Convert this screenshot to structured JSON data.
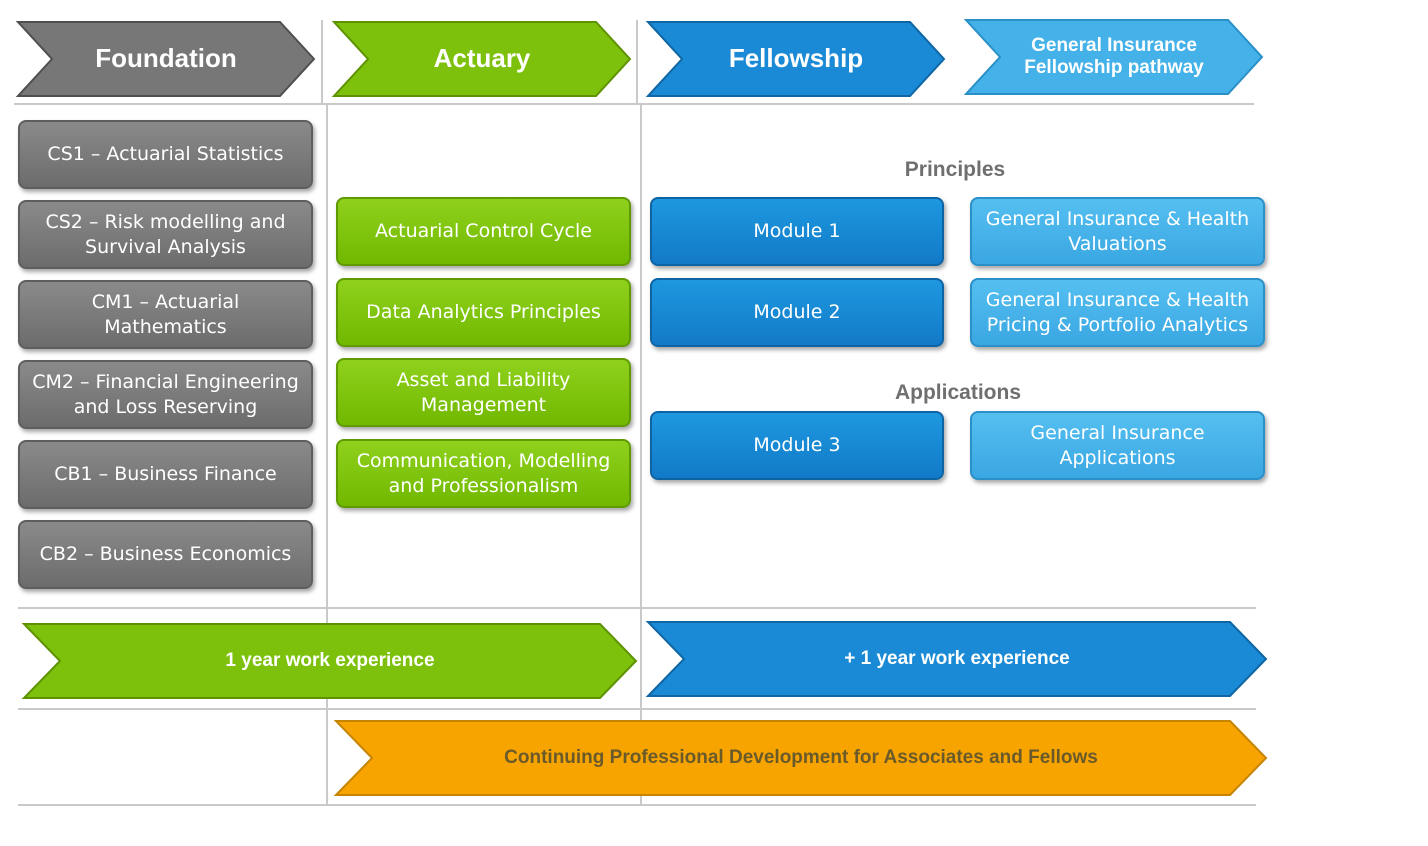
{
  "header": {
    "foundation": "Foundation",
    "actuary": "Actuary",
    "fellowship": "Fellowship",
    "gi_pathway": "General Insurance\nFellowship pathway"
  },
  "foundation_modules": [
    "CS1 – Actuarial Statistics",
    "CS2 – Risk modelling and\nSurvival Analysis",
    "CM1 – Actuarial\nMathematics",
    "CM2 – Financial Engineering\nand Loss Reserving",
    "CB1 – Business Finance",
    "CB2 – Business Economics"
  ],
  "actuary_modules": [
    "Actuarial Control Cycle",
    "Data Analytics Principles",
    "Asset and Liability\nManagement",
    "Communication, Modelling\nand Professionalism"
  ],
  "fellowship": {
    "principles_heading": "Principles",
    "applications_heading": "Applications",
    "modules": [
      "Module 1",
      "Module 2",
      "Module 3"
    ],
    "gi_modules": [
      "General Insurance & Health\nValuations",
      "General Insurance & Health\nPricing & Portfolio Analytics",
      "General Insurance\nApplications"
    ]
  },
  "experience": {
    "one_year": "1 year work experience",
    "plus_one_year": "+ 1 year work experience"
  },
  "cpd": "Continuing Professional Development for Associates and Fellows",
  "colors": {
    "grey": "#767676",
    "green": "#7dc10c",
    "blue": "#1a8ad6",
    "light_blue": "#44b1e8",
    "orange": "#f7a400"
  }
}
